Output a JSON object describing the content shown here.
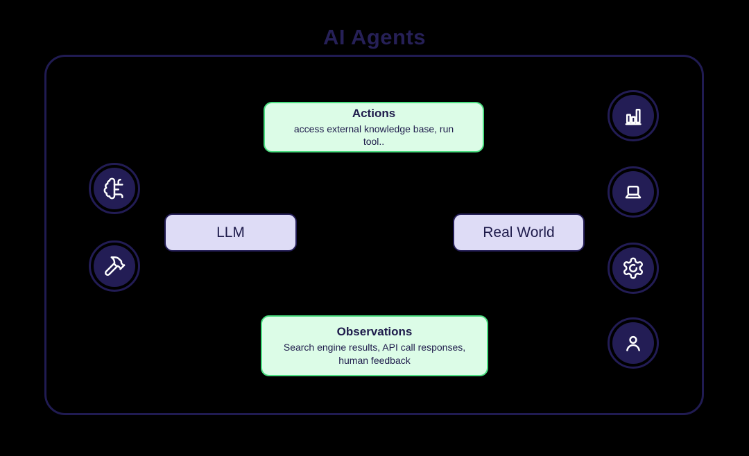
{
  "title": "AI Agents",
  "colors": {
    "background": "#000000",
    "navy_fill": "#231d55",
    "navy_border": "#201b52",
    "navy_text": "#1e1b4b",
    "green_border": "#4ade80",
    "green_fill": "#dcfce7",
    "lavender_fill": "#dedcf6",
    "icon_glyph": "#ffffff"
  },
  "boxes": {
    "actions": {
      "title": "Actions",
      "subtitle": "access external knowledge base, run tool.."
    },
    "llm": {
      "label": "LLM"
    },
    "real_world": {
      "label": "Real World"
    },
    "observations": {
      "title": "Observations",
      "subtitle": "Search engine results, API call responses, human feedback"
    }
  },
  "icons": {
    "left": [
      "brain-circuit-icon",
      "hammer-icon"
    ],
    "right": [
      "bar-chart-icon",
      "laptop-icon",
      "gear-icon",
      "user-icon"
    ]
  }
}
